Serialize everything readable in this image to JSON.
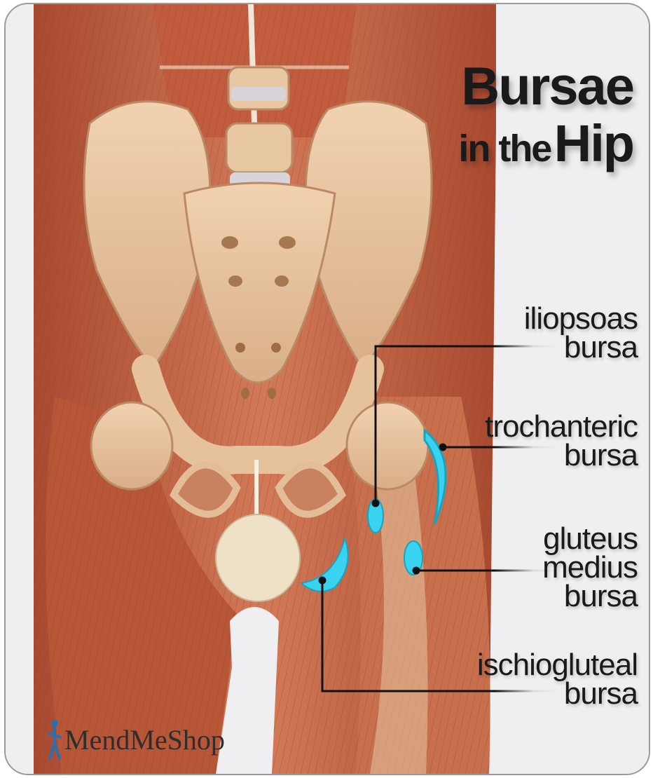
{
  "title": {
    "line1": "Bursae",
    "line2_small": "in the",
    "line2_big": "Hip"
  },
  "labels": [
    {
      "line1": "iliopsoas",
      "line2": "bursa"
    },
    {
      "line1": "trochanteric",
      "line2": "bursa"
    },
    {
      "line1": "gluteus",
      "line2": "medius",
      "line3": "bursa"
    },
    {
      "line1": "ischiogluteal",
      "line2": "bursa"
    }
  ],
  "brand": {
    "name": "MendMeShop",
    "icon": "person-figure-icon"
  },
  "colors": {
    "muscle": "#c6684a",
    "bone": "#e9c8a4",
    "bursa": "#39d3f0",
    "leader_line": "#111111",
    "background": "#efeff1"
  }
}
